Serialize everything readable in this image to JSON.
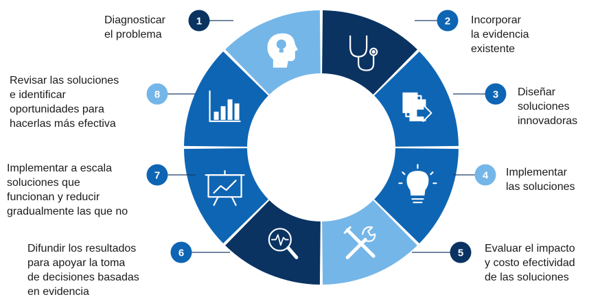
{
  "colors": {
    "dark": "#0a3362",
    "medium": "#0e65b3",
    "light": "#75b6e8",
    "background": "#ffffff",
    "icon": "#ffffff",
    "connector": "#1c3d6a"
  },
  "steps": [
    {
      "number": "1",
      "text": "Diagnosticar\nel problema",
      "color": "dark",
      "icon": "stethoscope-icon"
    },
    {
      "number": "2",
      "text": "Incorporar\nla evidencia\nexistente",
      "color": "medium",
      "icon": "documents-arrow-icon"
    },
    {
      "number": "3",
      "text": "Diseñar\nsoluciones\ninnovadoras",
      "color": "medium",
      "icon": "lightbulb-icon"
    },
    {
      "number": "4",
      "text": "Implementar\nlas soluciones",
      "color": "light",
      "icon": "tools-icon"
    },
    {
      "number": "5",
      "text": "Evaluar el impacto\ny costo efectividad\nde las soluciones",
      "color": "dark",
      "icon": "magnifier-pulse-icon"
    },
    {
      "number": "6",
      "text": "Difundir los resultados\npara apoyar la toma\nde decisiones basadas\nen evidencia",
      "color": "medium",
      "icon": "presentation-board-icon"
    },
    {
      "number": "7",
      "text": "Implementar a escala\nsoluciones que\nfuncionan y reducir\ngradualmente las que no",
      "color": "medium",
      "icon": "bar-chart-icon"
    },
    {
      "number": "8",
      "text": "Revisar las soluciones\ne identificar\noportunidades para\nhacerlas más efectiva",
      "color": "light",
      "icon": "head-lightbulb-icon"
    }
  ]
}
